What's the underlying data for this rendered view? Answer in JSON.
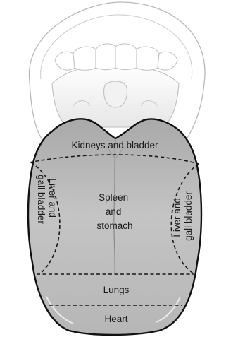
{
  "regions": {
    "top": "Kidneys and bladder",
    "left": [
      "Liver and",
      "gall bladder"
    ],
    "center": [
      "Spleen",
      "and",
      "stomach"
    ],
    "right": [
      "Liver and",
      "gall bladder"
    ],
    "lower": "Lungs",
    "tip": "Heart"
  }
}
